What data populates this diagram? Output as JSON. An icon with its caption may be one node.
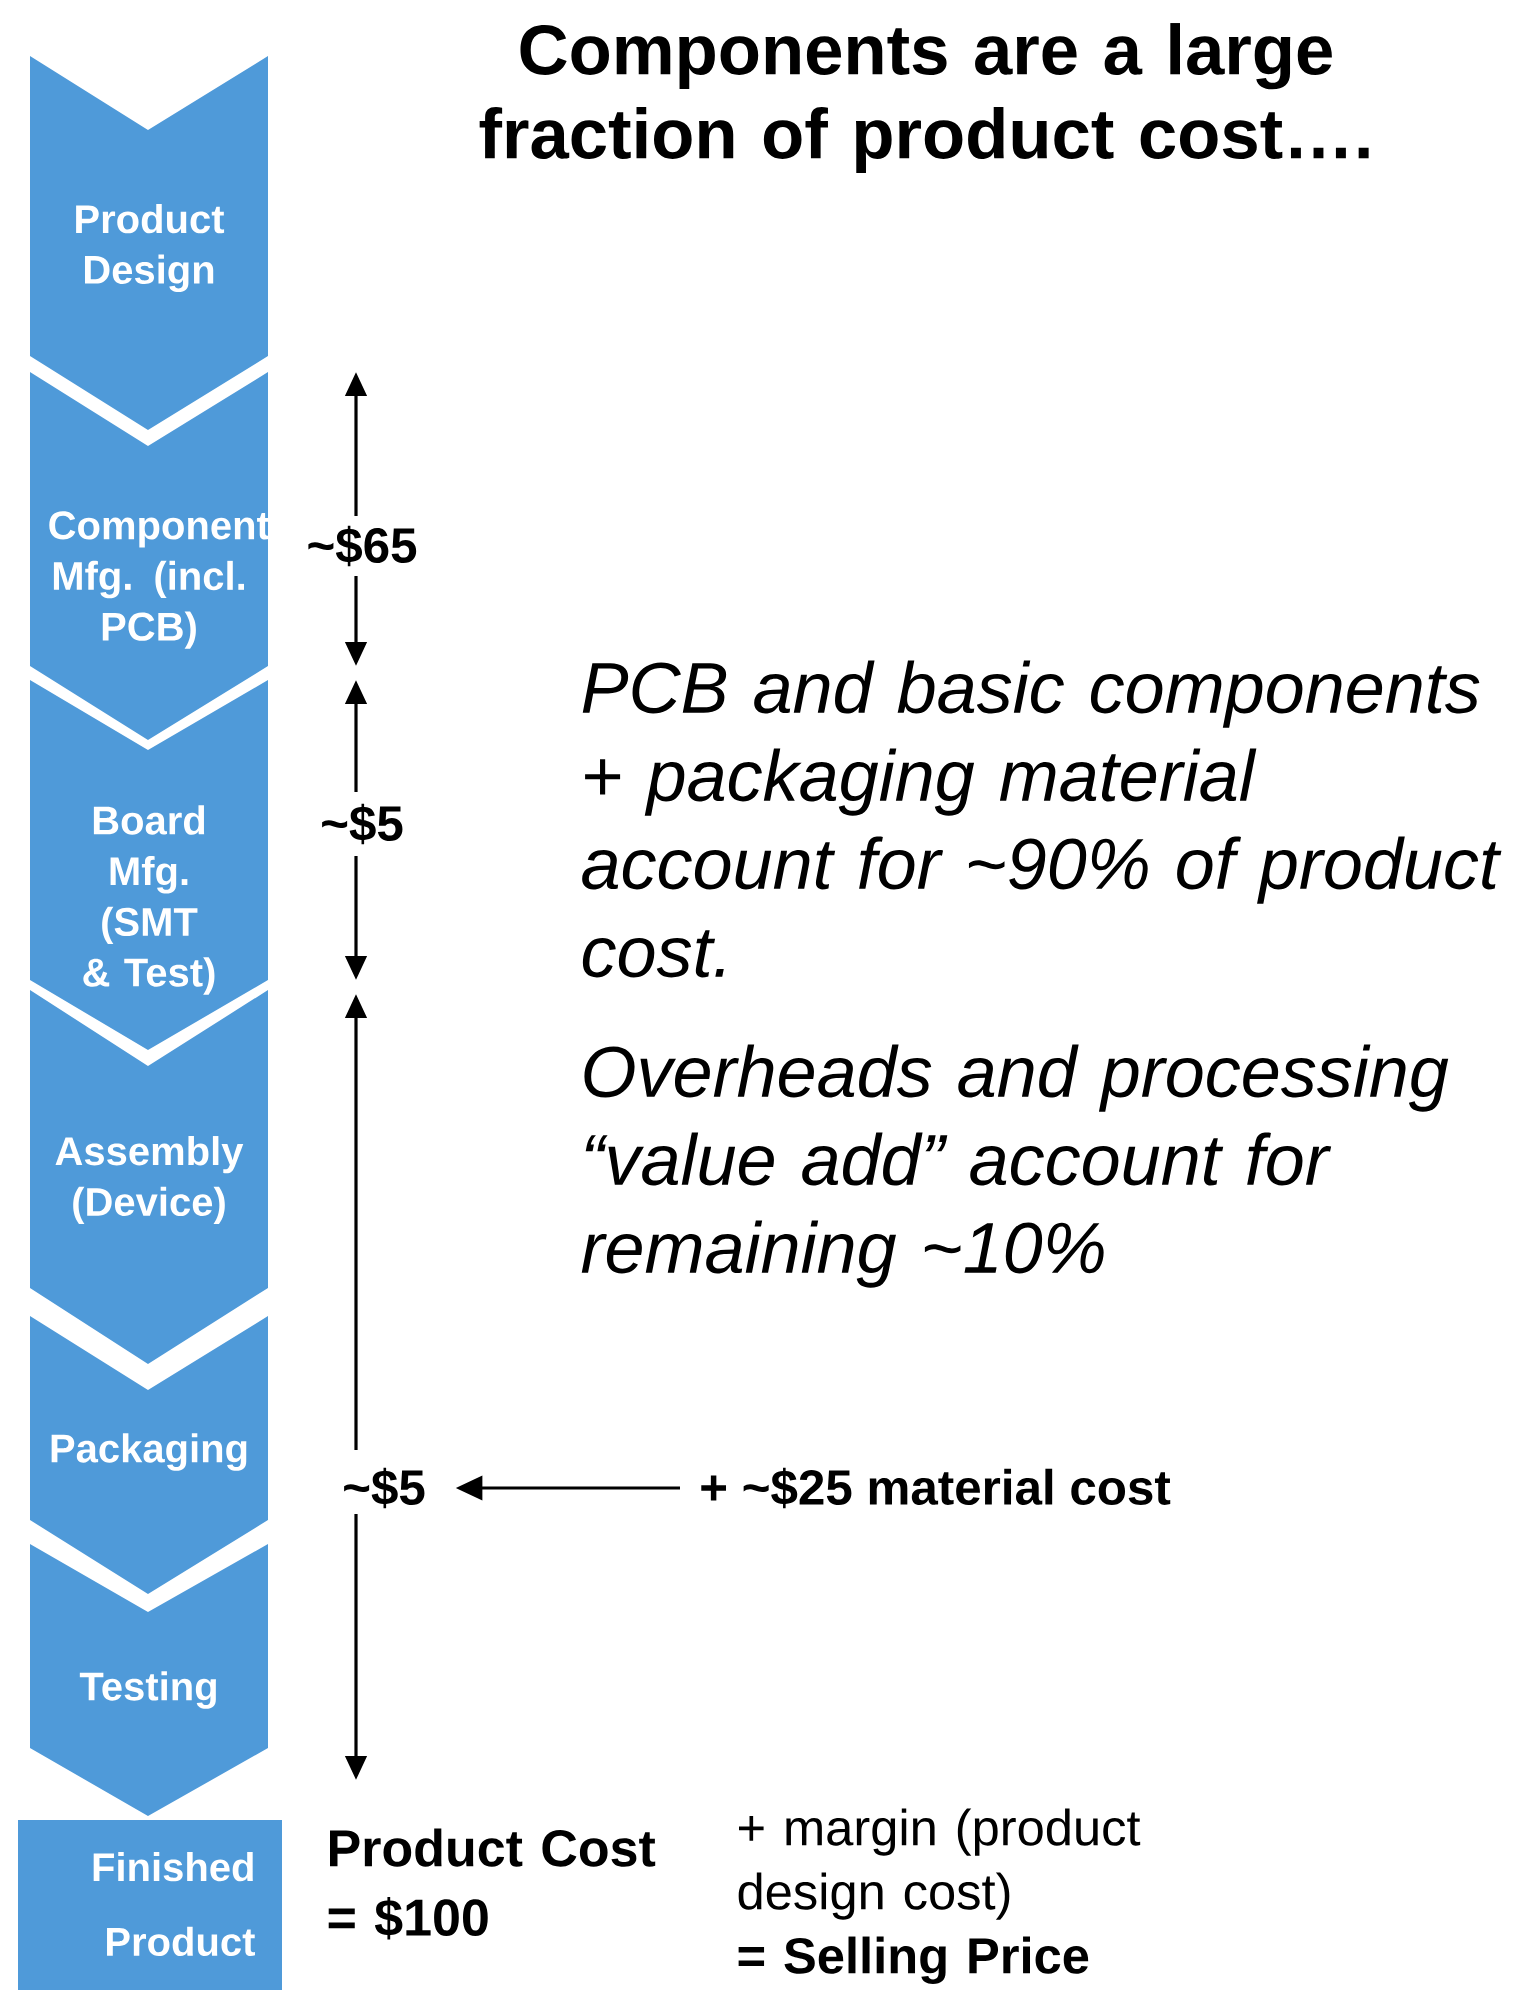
{
  "diagram": {
    "title": "Components are a large fraction of product cost….",
    "nodes": [
      {
        "text": [
          "Product Design"
        ]
      },
      {
        "text": [
          "Component Mfg. (incl. PCB)"
        ]
      },
      {
        "text": [
          "Board Mfg. (SMT & Test)"
        ]
      },
      {
        "text": [
          "Assembly (Device)"
        ]
      },
      {
        "text": [
          "Packaging"
        ]
      },
      {
        "text": [
          "Testing"
        ]
      },
      {
        "text": [
          "Finished Product"
        ]
      },
      {
        "text": [
          "~$5"
        ]
      },
      {
        "text": [
          "+ ~$25 material cost"
        ]
      }
    ],
    "edges": [
      {
        "from": 8,
        "to": 7,
        "arrow": "to"
      }
    ],
    "labels": [
      "~$65",
      "~$5",
      "PCB and basic components + packaging material account for ~90% of product cost.",
      "Overheads and processing “value add” account for remaining ~10%",
      "Product Cost = $100",
      "+ margin (product design cost)",
      "= Selling Price"
    ]
  }
}
